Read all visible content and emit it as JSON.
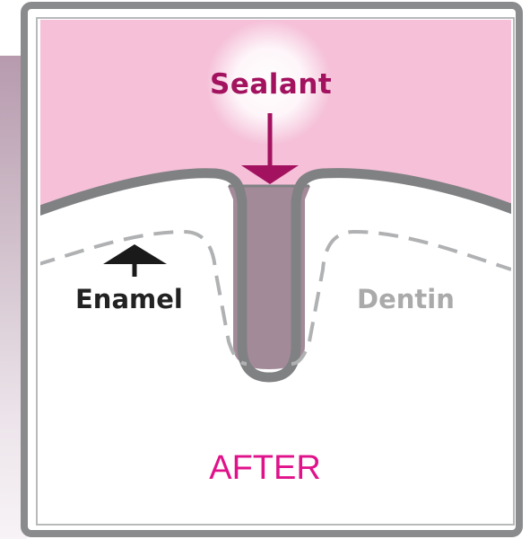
{
  "labels": {
    "sealant": "Sealant",
    "enamel": "Enamel",
    "dentin": "Dentin",
    "stage": "AFTER"
  },
  "colors": {
    "frame": "#8a8b8d",
    "pink_region": "#f5c0d8",
    "sealant_fill": "#a38a99",
    "sealant_label": "#a3125f",
    "enamel_label": "#222222",
    "dentin_label": "#aaaaaa",
    "stage_label": "#e0128a"
  }
}
